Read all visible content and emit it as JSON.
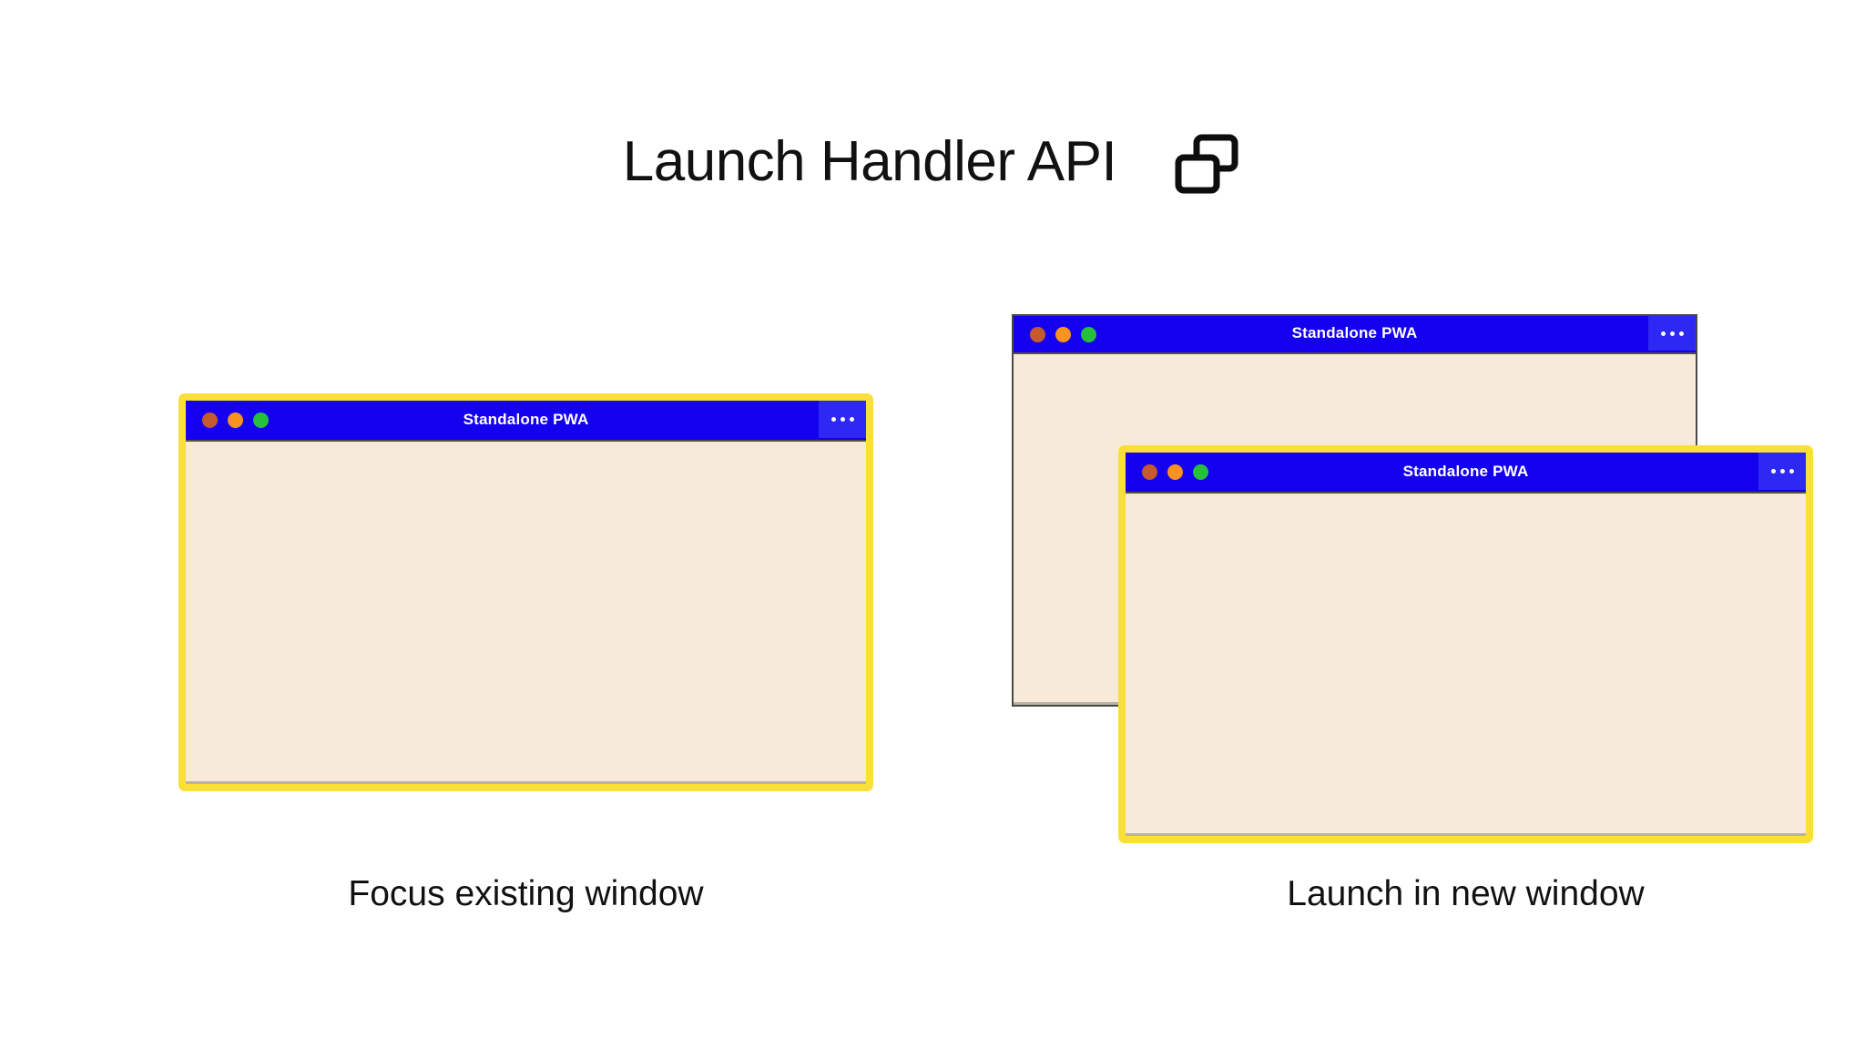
{
  "page": {
    "background_color": "#ffffff",
    "heading": {
      "title": "Launch Handler API",
      "icon": "two-overlapping-windows-icon"
    }
  },
  "colors": {
    "titlebar_blue": "#1400ef",
    "menu_blue": "#2d28f4",
    "window_body_cream": "#f8ead9",
    "highlight_border_yellow": "#fadf38",
    "plain_border_gray": "#4a4a45",
    "traffic_close": "#c55a2e",
    "traffic_minimize": "#f7931e",
    "traffic_maximize": "#25c13a",
    "text_dark": "#111111",
    "titlebar_text": "#ffffff"
  },
  "scenarios": [
    {
      "id": "focus-existing-window",
      "caption": "Focus existing window",
      "windows": [
        {
          "id": "left-window",
          "title": "Standalone PWA",
          "highlighted": true,
          "menu_icon": "overflow-menu-icon",
          "traffic_lights": [
            "close",
            "minimize",
            "maximize"
          ]
        }
      ]
    },
    {
      "id": "launch-in-new-window",
      "caption": "Launch in new window",
      "windows": [
        {
          "id": "right-back-window",
          "title": "Standalone PWA",
          "highlighted": false,
          "menu_icon": "overflow-menu-icon",
          "traffic_lights": [
            "close",
            "minimize",
            "maximize"
          ]
        },
        {
          "id": "right-front-window",
          "title": "Standalone PWA",
          "highlighted": true,
          "menu_icon": "overflow-menu-icon",
          "traffic_lights": [
            "close",
            "minimize",
            "maximize"
          ]
        }
      ]
    }
  ]
}
